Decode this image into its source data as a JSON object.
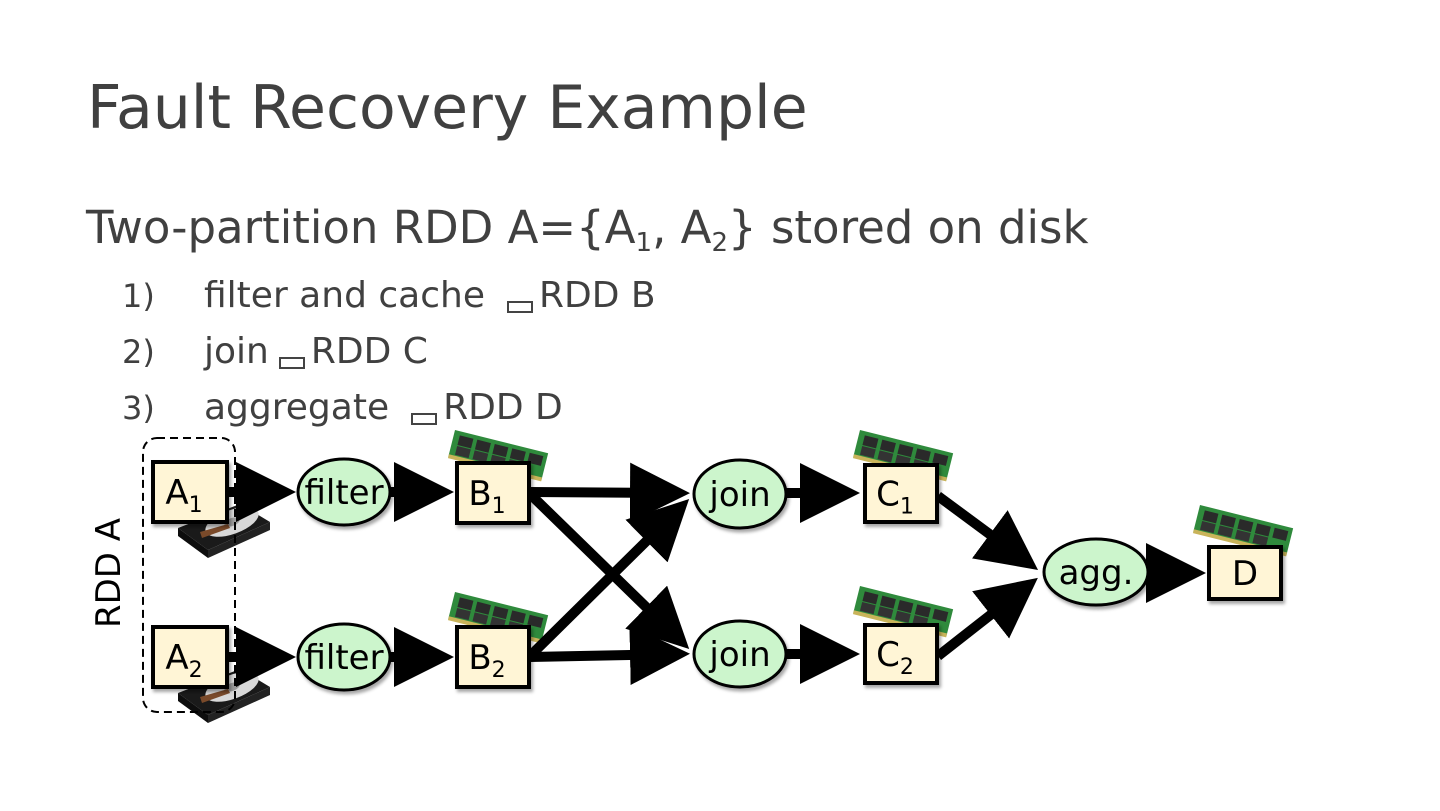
{
  "slide": {
    "title": "Fault Recovery Example",
    "subtitle": {
      "prefix": "Two-partition RDD A={A",
      "sub1": "1",
      "mid": ", A",
      "sub2": "2",
      "suffix": "} stored on disk"
    },
    "steps": [
      {
        "num": "1)",
        "text": "filter and cache",
        "result": "RDD B"
      },
      {
        "num": "2)",
        "text": "join",
        "result": "RDD C"
      },
      {
        "num": "3)",
        "text": "aggregate",
        "result": "RDD D"
      }
    ]
  },
  "diagram": {
    "group_label": "RDD A",
    "nodes": {
      "a1": {
        "base": "A",
        "sub": "1"
      },
      "a2": {
        "base": "A",
        "sub": "2"
      },
      "filter1": {
        "label": "filter"
      },
      "filter2": {
        "label": "filter"
      },
      "b1": {
        "base": "B",
        "sub": "1"
      },
      "b2": {
        "base": "B",
        "sub": "2"
      },
      "join1": {
        "label": "join"
      },
      "join2": {
        "label": "join"
      },
      "c1": {
        "base": "C",
        "sub": "1"
      },
      "c2": {
        "base": "C",
        "sub": "2"
      },
      "agg": {
        "label": "agg."
      },
      "d": {
        "base": "D",
        "sub": ""
      }
    },
    "colors": {
      "partition_fill": "#fff5d6",
      "operation_fill": "#ccf5cc",
      "stroke": "#000000",
      "text": "#404040",
      "ram_green": "#2e8b3e"
    }
  }
}
